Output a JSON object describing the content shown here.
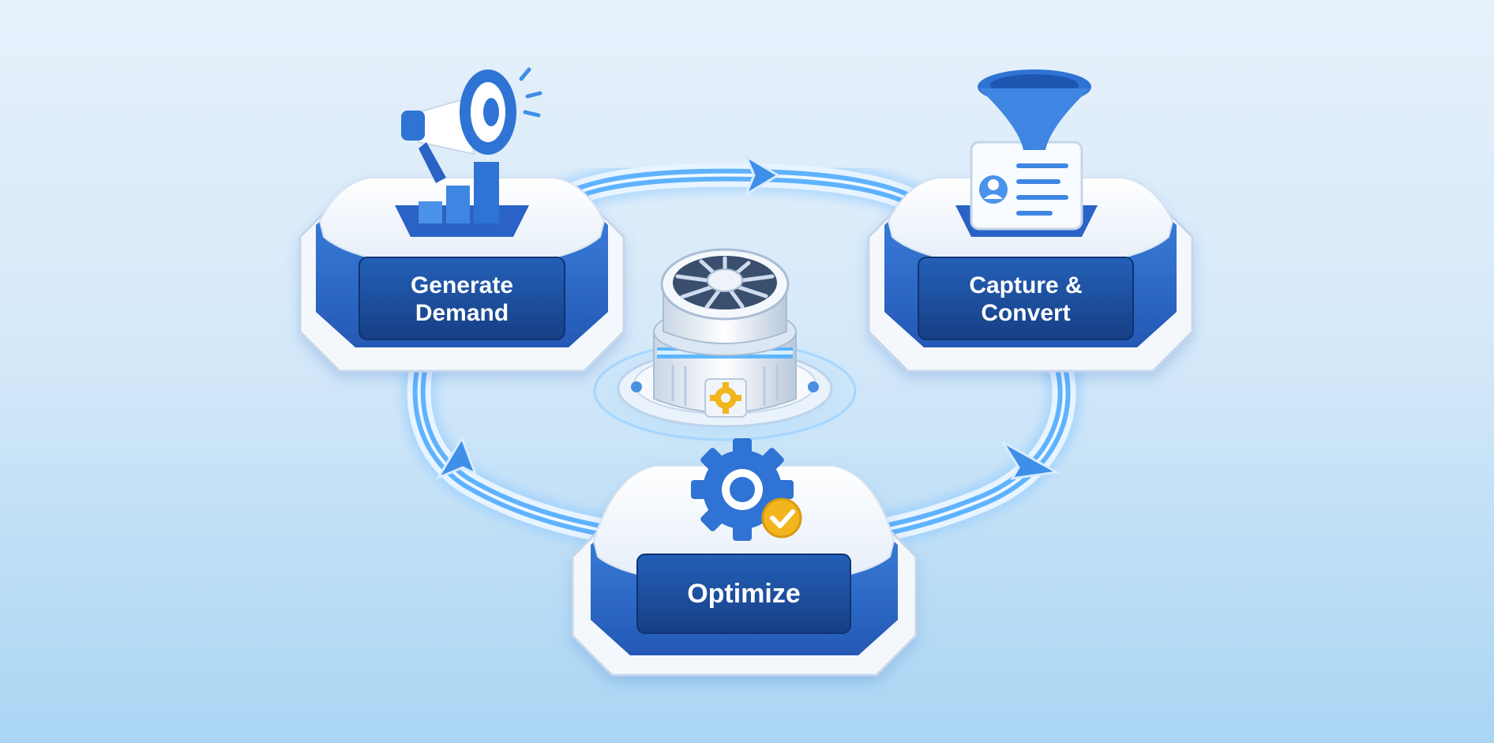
{
  "diagram": {
    "nodes": [
      {
        "id": "generate",
        "label_lines": [
          "Generate",
          "Demand"
        ],
        "icon": "megaphone-with-bar-chart-icon"
      },
      {
        "id": "capture",
        "label_lines": [
          "Capture &",
          "Convert"
        ],
        "icon": "funnel-with-profile-card-icon"
      },
      {
        "id": "optimize",
        "label_lines": [
          "Optimize"
        ],
        "icon": "gear-with-checkmark-icon"
      }
    ],
    "center": {
      "icon": "turbine-engine-icon",
      "badge": "gear-icon"
    },
    "flow": [
      "generate",
      "capture",
      "optimize",
      "generate"
    ],
    "colors": {
      "primary": "#2f6fd1",
      "navy": "#1d4f9c",
      "glow": "#7cc4ff",
      "platform": "#eef4fb",
      "accent": "#f2b51e"
    }
  }
}
